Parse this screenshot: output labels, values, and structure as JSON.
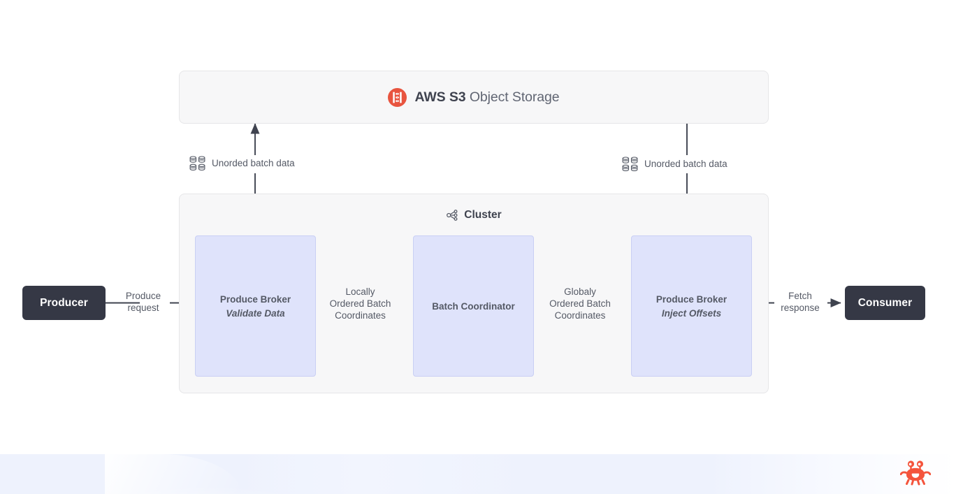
{
  "diagram": {
    "title": "Object storage batch ordering data flow",
    "colors": {
      "panel_bg": "#f7f7f8",
      "panel_border": "#e6e6e8",
      "node_bg": "#dfe3fb",
      "node_border": "#c9cff4",
      "endpoint_bg": "#353845",
      "text": "#545965",
      "accent_red": "#e8543f",
      "arrow": "#3f434f"
    }
  },
  "storage": {
    "icon": "aws-s3-icon",
    "brand": "AWS S3",
    "suffix": "Object Storage"
  },
  "cluster": {
    "icon": "network-nodes-icon",
    "title": "Cluster",
    "nodes": [
      {
        "name": "broker-1",
        "title": "Produce Broker",
        "subtitle": "Validate Data"
      },
      {
        "name": "batch-coordinator",
        "title": "Batch Coordinator",
        "subtitle": ""
      },
      {
        "name": "broker-2",
        "title": "Produce Broker",
        "subtitle": "Inject Offsets"
      }
    ]
  },
  "endpoints": {
    "producer": "Producer",
    "consumer": "Consumer"
  },
  "edges": [
    {
      "name": "produce-request",
      "lines": [
        "Produce",
        "request"
      ]
    },
    {
      "name": "locally-ordered",
      "lines": [
        "Locally",
        "Ordered Batch",
        "Coordinates"
      ]
    },
    {
      "name": "globaly-ordered",
      "lines": [
        "Globaly",
        "Ordered Batch",
        "Coordinates"
      ]
    },
    {
      "name": "fetch-response",
      "lines": [
        "Fetch",
        "response"
      ]
    }
  ],
  "storage_flows": [
    {
      "name": "upload-unorded-batch-data",
      "icon": "database-grid-icon",
      "text": "Unorded batch data",
      "direction": "up"
    },
    {
      "name": "download-unorded-batch-data",
      "icon": "database-grid-icon",
      "text": "Unorded batch data",
      "direction": "down"
    }
  ],
  "branding": {
    "logo": "crab-logo"
  }
}
